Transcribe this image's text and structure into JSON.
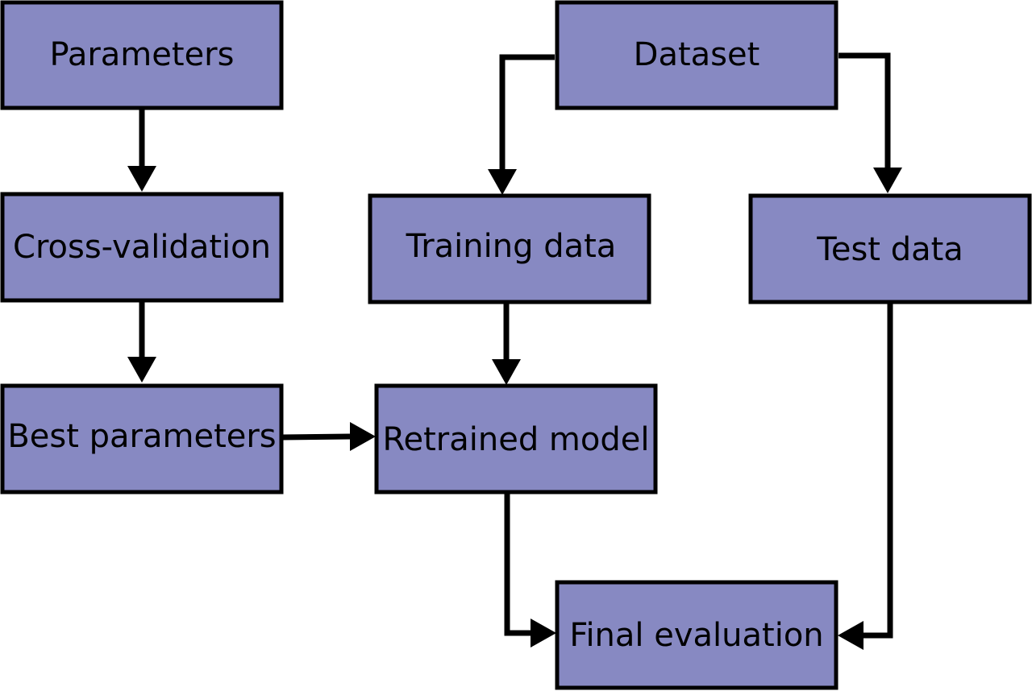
{
  "colors": {
    "box_fill": "#8789C2",
    "stroke": "#000000",
    "background": "#FFFFFF"
  },
  "nodes": {
    "parameters": "Parameters",
    "dataset": "Dataset",
    "cross_validation": "Cross-validation",
    "training_data": "Training data",
    "test_data": "Test data",
    "best_parameters": "Best parameters",
    "retrained_model": "Retrained model",
    "final_evaluation": "Final evaluation"
  },
  "edges": [
    {
      "from": "parameters",
      "to": "cross_validation"
    },
    {
      "from": "cross_validation",
      "to": "best_parameters"
    },
    {
      "from": "dataset",
      "to": "training_data"
    },
    {
      "from": "dataset",
      "to": "test_data"
    },
    {
      "from": "training_data",
      "to": "retrained_model"
    },
    {
      "from": "best_parameters",
      "to": "retrained_model"
    },
    {
      "from": "retrained_model",
      "to": "final_evaluation"
    },
    {
      "from": "test_data",
      "to": "final_evaluation"
    }
  ]
}
